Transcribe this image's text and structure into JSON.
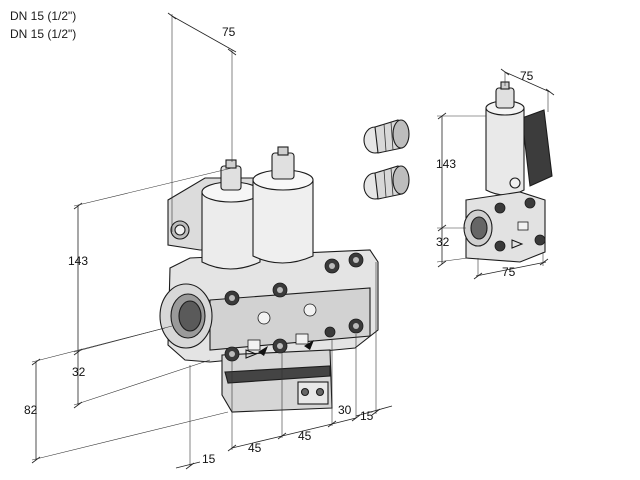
{
  "header": {
    "line1": "DN 15 (1/2\")",
    "line2": "DN 15 (1/2\")"
  },
  "dimensions": {
    "main_top_width": "75",
    "main_height": "143",
    "main_port_height": "32",
    "main_total_height": "82",
    "main_offset_left": "15",
    "main_pitch_1": "45",
    "main_pitch_2": "45",
    "main_offset_30": "30",
    "main_offset_right": "15",
    "small_top_width": "75",
    "small_height": "143",
    "small_port_height": "32",
    "small_bottom_width": "75"
  },
  "colors": {
    "body_fill": "#e6e6e6",
    "body_shade": "#c9c9c9",
    "dark_fill": "#3a3a3a",
    "line": "#1c1c1c"
  }
}
